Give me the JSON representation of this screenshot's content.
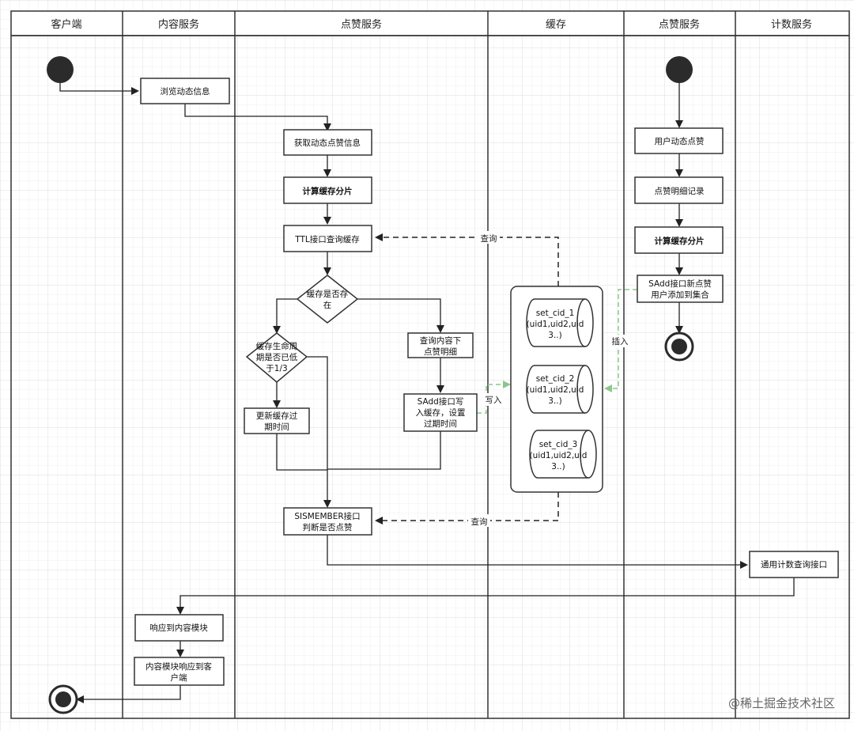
{
  "lanes": [
    "客户端",
    "内容服务",
    "点赞服务",
    "缓存",
    "点赞服务",
    "计数服务"
  ],
  "nodes": {
    "browse": "浏览动态信息",
    "get_like_info": "获取动态点赞信息",
    "calc_shard_1": "计算缓存分片",
    "ttl_query": "TTL接口查询缓存",
    "cache_exists": [
      "缓存是否存",
      "在"
    ],
    "cache_life": [
      "缓存生命周",
      "期是否已低",
      "于1/3"
    ],
    "update_expire": [
      "更新缓存过",
      "期时间"
    ],
    "query_content": [
      "查询内容下",
      "点赞明细"
    ],
    "sadd_write": [
      "SAdd接口写",
      "入缓存，设置",
      "过期时间"
    ],
    "sismember": [
      "SISMEMBER接口",
      "判断是否点赞"
    ],
    "user_like": "用户动态点赞",
    "like_record": "点赞明细记录",
    "calc_shard_2": "计算缓存分片",
    "sadd_add": [
      "SAdd接口新点赞",
      "用户添加到集合"
    ],
    "count_query": "通用计数查询接口",
    "respond_content": "响应到内容模块",
    "respond_client": [
      "内容模块响应到客",
      "户端"
    ]
  },
  "cache_sets": [
    [
      "set_cid_1",
      "(uid1,uid2,uid",
      "3..)"
    ],
    [
      "set_cid_2",
      "(uid1,uid2,uid",
      "3..)"
    ],
    [
      "set_cid_3",
      "(uid1,uid2,uid",
      "3..)"
    ]
  ],
  "edge_labels": {
    "query_top": "查询",
    "write": "写入",
    "insert": "插入",
    "query_bottom": "查询"
  },
  "watermark": "@稀土掘金技术社区",
  "colors": {
    "line": "#222222",
    "green": "#8bc78a",
    "grid": "#e6e6e6",
    "node_border": "#333333"
  }
}
